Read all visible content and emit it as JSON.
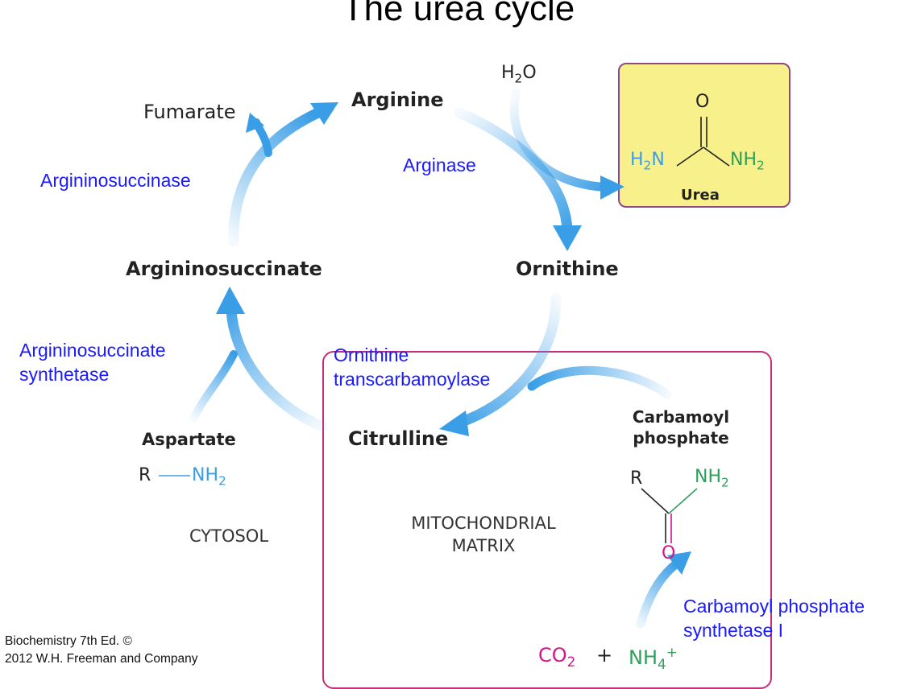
{
  "title": "The urea cycle",
  "metabolites": {
    "arginine": "Arginine",
    "fumarate": "Fumarate",
    "argininosuccinate": "Argininosuccinate",
    "ornithine": "Ornithine",
    "citrulline": "Citrulline",
    "aspartate": "Aspartate",
    "carbamoyl_phosphate_line1": "Carbamoyl",
    "carbamoyl_phosphate_line2": "phosphate",
    "urea": "Urea",
    "water": "H2O",
    "co2": "CO2",
    "nh4": "NH4+"
  },
  "enzymes": {
    "arginase": "Arginase",
    "argininosuccinase": "Argininosuccinase",
    "argininosuccinate_synthetase_line1": "Argininosuccinate",
    "argininosuccinate_synthetase_line2": "synthetase",
    "ornithine_transcarbamoylase_line1": "Ornithine",
    "ornithine_transcarbamoylase_line2": "transcarbamoylase",
    "carbamoyl_phosphate_synthetase_line1": "Carbamoyl phosphate",
    "carbamoyl_phosphate_synthetase_line2": "synthetase I"
  },
  "compartments": {
    "cytosol": "CYTOSOL",
    "matrix_line1": "MITOCHONDRIAL",
    "matrix_line2": "MATRIX"
  },
  "structures": {
    "urea_o": "O",
    "urea_left_n": "H2N",
    "urea_right_n": "NH2",
    "aspartate_r": "R",
    "aspartate_nh2": "NH2",
    "cp_r": "R",
    "cp_nh2": "NH2",
    "cp_o": "O",
    "plus": "+"
  },
  "credit_line1": "Biochemistry 7th Ed. ©",
  "credit_line2": "2012 W.H. Freeman and Company",
  "colors": {
    "arrow": "#3a9ee6",
    "enzyme_text": "#1a1aff",
    "urea_box": "#f8f08a",
    "matrix_border": "#c2307a",
    "nitrogen_blue": "#3a9ee6",
    "nitrogen_green": "#2fa05a",
    "carbon_magenta": "#d1168a"
  }
}
